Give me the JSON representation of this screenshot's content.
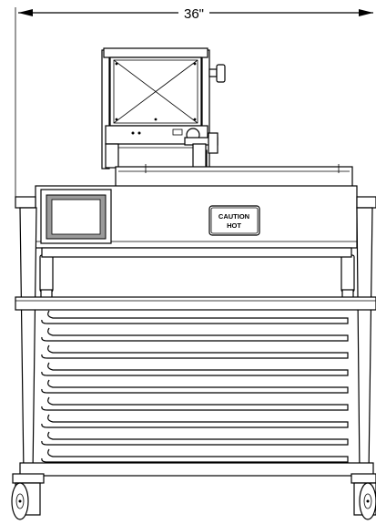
{
  "dimension": {
    "label": "36\""
  },
  "label_plate": {
    "line1": "CAUTION",
    "line2": "HOT"
  }
}
